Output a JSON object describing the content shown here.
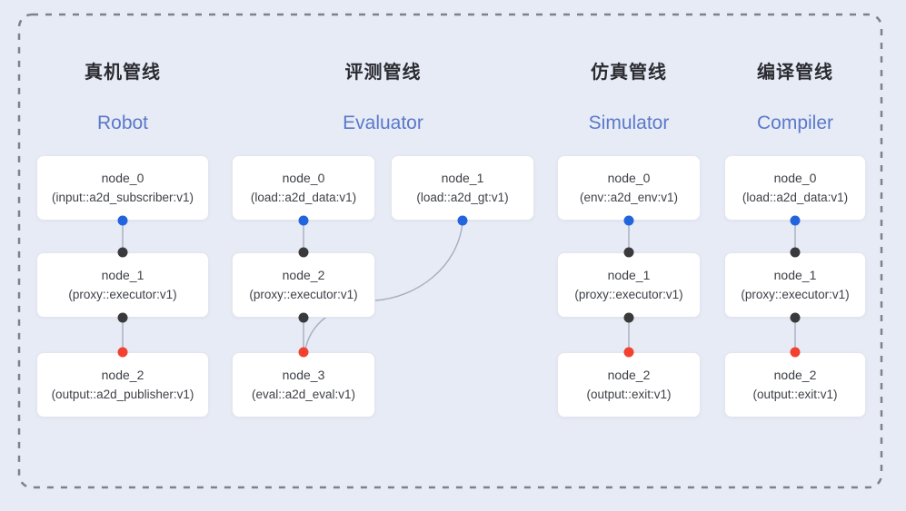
{
  "colors": {
    "background": "#e7ebf6",
    "dashed_border": "#7b828f",
    "box_bg": "#ffffff",
    "box_border": "#e4e6ec",
    "node_text": "#3e4046",
    "cn_title": "#2b2c31",
    "en_title": "#5b79ca",
    "connector": "#a7aebf",
    "dot_blue": "#2264dd",
    "dot_black": "#3a3a3c",
    "dot_red": "#f2422f"
  },
  "pipelines": [
    {
      "title_cn": "真机管线",
      "title_en": "Robot",
      "nodes": [
        {
          "name": "node_0",
          "spec": "(input::a2d_subscriber:v1)"
        },
        {
          "name": "node_1",
          "spec": "(proxy::executor:v1)"
        },
        {
          "name": "node_2",
          "spec": "(output::a2d_publisher:v1)"
        }
      ]
    },
    {
      "title_cn": "评测管线",
      "title_en": "Evaluator",
      "nodes": [
        {
          "name": "node_0",
          "spec": "(load::a2d_data:v1)"
        },
        {
          "name": "node_1",
          "spec": "(load::a2d_gt:v1)"
        },
        {
          "name": "node_2",
          "spec": "(proxy::executor:v1)"
        },
        {
          "name": "node_3",
          "spec": "(eval::a2d_eval:v1)"
        }
      ]
    },
    {
      "title_cn": "仿真管线",
      "title_en": "Simulator",
      "nodes": [
        {
          "name": "node_0",
          "spec": "(env::a2d_env:v1)"
        },
        {
          "name": "node_1",
          "spec": "(proxy::executor:v1)"
        },
        {
          "name": "node_2",
          "spec": "(output::exit:v1)"
        }
      ]
    },
    {
      "title_cn": "编译管线",
      "title_en": "Compiler",
      "nodes": [
        {
          "name": "node_0",
          "spec": "(load::a2d_data:v1)"
        },
        {
          "name": "node_1",
          "spec": "(proxy::executor:v1)"
        },
        {
          "name": "node_2",
          "spec": "(output::exit:v1)"
        }
      ]
    }
  ],
  "dots": {
    "blue_semantic": "output-port",
    "black_semantic": "pass-through-port",
    "red_semantic": "terminal-input-port"
  }
}
